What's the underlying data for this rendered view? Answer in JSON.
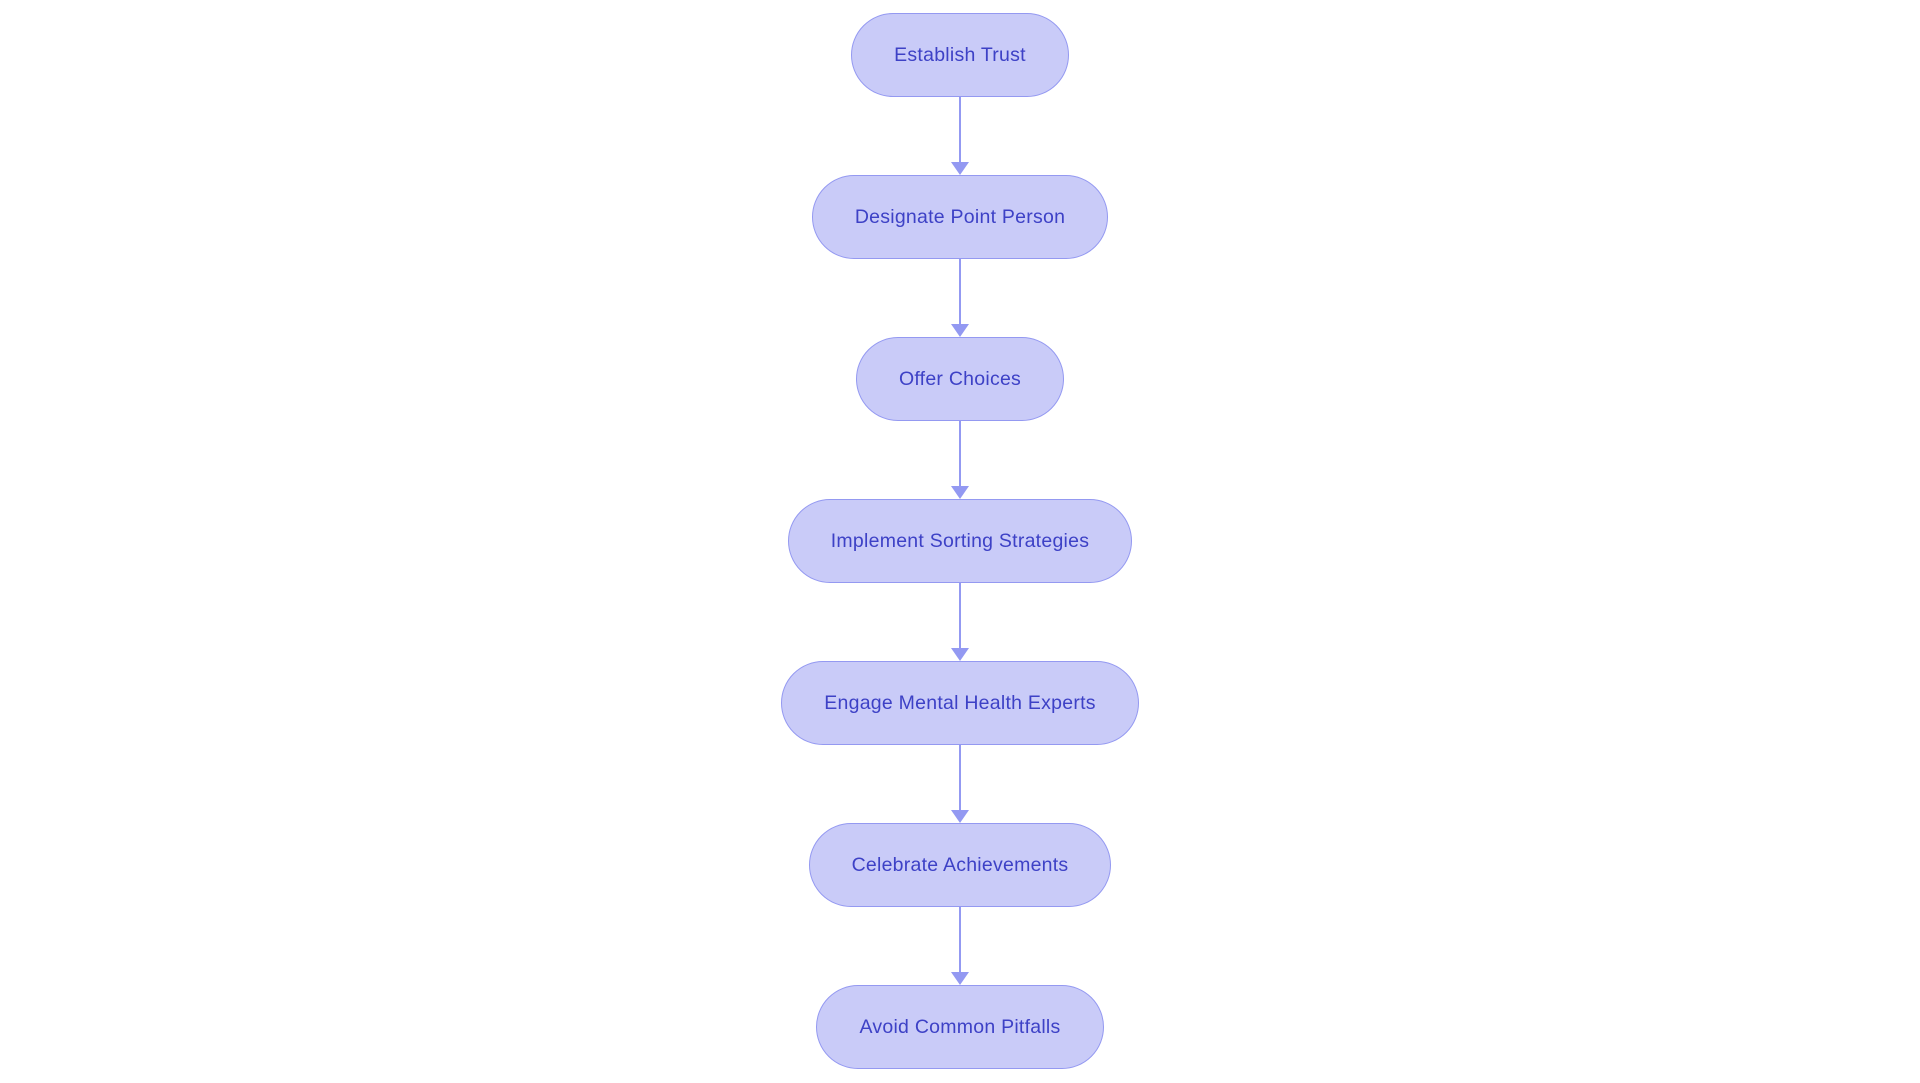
{
  "diagram": {
    "type": "flowchart",
    "direction": "top-down",
    "colors": {
      "background": "#ffffff",
      "node_fill": "#c9cbf8",
      "node_border": "#9499f1",
      "node_text": "#3d41c6",
      "arrow": "#9399f2"
    },
    "nodes": [
      {
        "label": "Establish Trust"
      },
      {
        "label": "Designate Point Person"
      },
      {
        "label": "Offer Choices"
      },
      {
        "label": "Implement Sorting Strategies"
      },
      {
        "label": "Engage Mental Health Experts"
      },
      {
        "label": "Celebrate Achievements"
      },
      {
        "label": "Avoid Common Pitfalls"
      }
    ]
  }
}
